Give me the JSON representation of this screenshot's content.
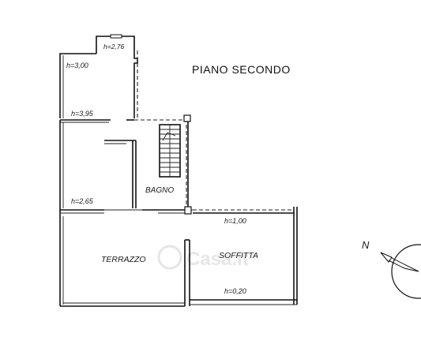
{
  "title": "PIANO SECONDO",
  "rooms": {
    "bagno": "BAGNO",
    "terrazzo": "TERRAZZO",
    "soffitta": "SOFFITTA"
  },
  "heights": {
    "h_top_small": "h=2,76",
    "h_room_top": "h=3,00",
    "h_mid": "h=3,95",
    "h_lower": "h=2,65",
    "h_soffitta_high": "h=1,00",
    "h_soffitta_low": "h=0,20"
  },
  "north_label": "N",
  "watermark": "Casa.it",
  "colors": {
    "line": "#111111",
    "watermark": "#e6e6e6"
  }
}
